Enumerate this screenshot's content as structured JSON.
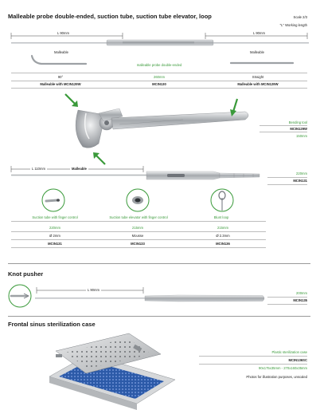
{
  "section1": {
    "title": "Malleable probe double-ended, suction tube, suction tube elevator, loop",
    "scale": "Scale 2/3",
    "working_length_note": "\"L\" Working length",
    "dim_left": "L 90mm",
    "dim_right": "L 90mm",
    "label_malleable_left": "Malleable",
    "label_malleable_right": "Malleable",
    "probe_caption": "malleable probe double-ended",
    "spec_table": {
      "left_value": "90°",
      "left_code": "Malleable with MCIN129W",
      "center_value": "260mm",
      "center_code": "MCIN130",
      "right_value": "Straight",
      "right_code": "Malleable with MCIN129W"
    },
    "bending_tool": {
      "label": "Bending tool",
      "code": "MCIN129W",
      "size": "150mm"
    },
    "suction_dim": "L 110mm",
    "suction_malleable": "Malleable",
    "suction_length": "220mm",
    "suction_code": "MCIN131",
    "tips": [
      {
        "label": "Suction tube with finger control",
        "length": "220mm",
        "detail": "Ø 2mm",
        "code": "MCIN131"
      },
      {
        "label": "Suction tube elevator with finger control",
        "length": "215mm",
        "detail": "Mousse",
        "code": "MCIN133"
      },
      {
        "label": "Blunt loop",
        "length": "215mm",
        "detail": "Ø 2.3mm",
        "code": "MCIN136"
      }
    ]
  },
  "section2": {
    "title": "Knot pusher",
    "dim": "L 90mm",
    "length": "200mm",
    "code": "MCIN135"
  },
  "section3": {
    "title": "Frontal sinus sterilization case",
    "label": "Plastic sterilization case",
    "code": "MCIN136SC",
    "dimensions": "90x175x35mm - 270x160x35mm",
    "note": "Photos for illustration purposes, unscaled"
  },
  "colors": {
    "accent_green": "#3a9a3a",
    "steel": "#b9bcc0",
    "case_blue": "#2c5aa8"
  }
}
